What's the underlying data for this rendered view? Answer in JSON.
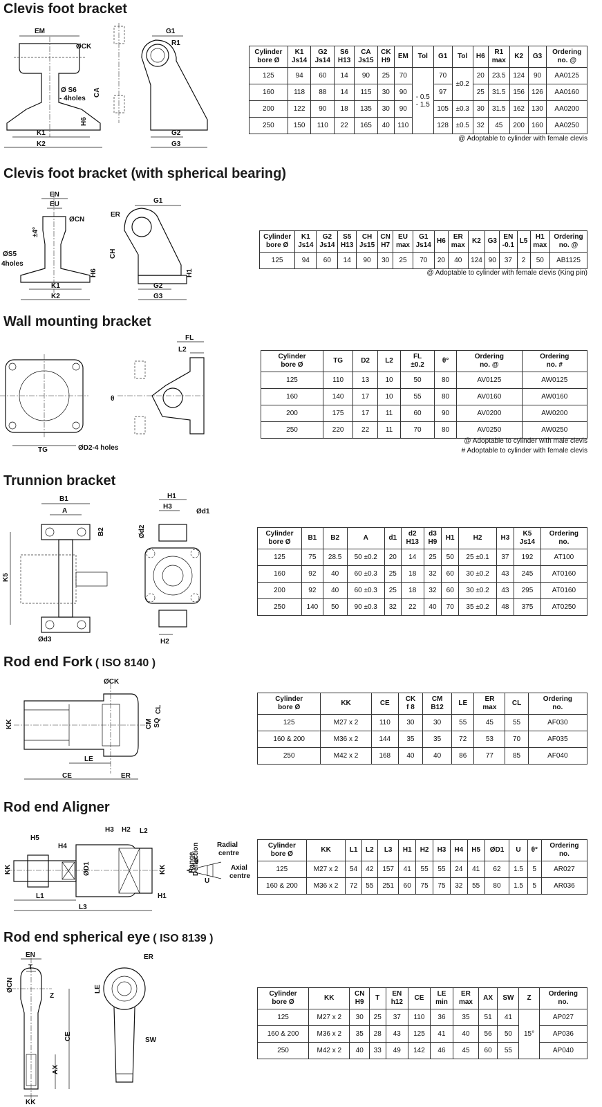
{
  "sections": {
    "clevis_foot": {
      "title": "Clevis foot bracket",
      "drawing_labels": {
        "em": "EM",
        "ck": "ØCK",
        "s6": "Ø S6",
        "holes": "- 4holes",
        "ca": "CA",
        "h6": "H6",
        "k1": "K1",
        "k2": "K2",
        "g1": "G1",
        "r1": "R1",
        "g2": "G2",
        "g3": "G3"
      },
      "header": [
        [
          "Cylinder",
          "bore Ø"
        ],
        [
          "K1",
          "Js14"
        ],
        [
          "G2",
          "Js14"
        ],
        [
          "S6",
          "H13"
        ],
        [
          "CA",
          "Js15"
        ],
        [
          "CK",
          "H9"
        ],
        [
          "EM"
        ],
        [
          "Tol"
        ],
        [
          "G1"
        ],
        [
          "Tol"
        ],
        [
          "H6"
        ],
        [
          "R1",
          "max"
        ],
        [
          "K2"
        ],
        [
          "G3"
        ],
        [
          "Ordering",
          "no. @"
        ]
      ],
      "rows": [
        [
          "125",
          "94",
          "60",
          "14",
          "90",
          "25",
          "70",
          "70",
          "20",
          "23.5",
          "124",
          "90",
          "AA0125"
        ],
        [
          "160",
          "118",
          "88",
          "14",
          "115",
          "30",
          "90",
          "97",
          "25",
          "31.5",
          "156",
          "126",
          "AA0160"
        ],
        [
          "200",
          "122",
          "90",
          "18",
          "135",
          "30",
          "90",
          "105",
          "30",
          "31.5",
          "162",
          "130",
          "AA0200"
        ],
        [
          "250",
          "150",
          "110",
          "22",
          "165",
          "40",
          "110",
          "128",
          "32",
          "45",
          "200",
          "160",
          "AA0250"
        ]
      ],
      "tol_em": [
        "- 0.5",
        "- 1.5"
      ],
      "tol_g1": [
        "±0.2",
        "±0.3",
        "±0.5"
      ],
      "note": "@  Adoptable to cylinder with female clevis"
    },
    "clevis_spherical": {
      "title": "Clevis foot bracket (with spherical bearing)",
      "drawing_labels": {
        "en": "EN",
        "eu": "EU",
        "cn": "ØCN",
        "angle": "±4°",
        "s5": "ØS5",
        "holes": "4holes",
        "k1": "K1",
        "k2": "K2",
        "h6": "H6",
        "er": "ER",
        "g1": "G1",
        "ch": "CH",
        "h1": "H1",
        "g2": "G2",
        "g3": "G3"
      },
      "header": [
        [
          "Cylinder",
          "bore Ø"
        ],
        [
          "K1",
          "Js14"
        ],
        [
          "G2",
          "Js14"
        ],
        [
          "S5",
          "H13"
        ],
        [
          "CH",
          "Js15"
        ],
        [
          "CN",
          "H7"
        ],
        [
          "EU",
          "max"
        ],
        [
          "G1",
          "Js14"
        ],
        [
          "H6"
        ],
        [
          "ER",
          "max"
        ],
        [
          "K2"
        ],
        [
          "G3"
        ],
        [
          "EN",
          "-0.1"
        ],
        [
          "L5"
        ],
        [
          "H1",
          "max"
        ],
        [
          "Ordering",
          "no. @"
        ]
      ],
      "rows": [
        [
          "125",
          "94",
          "60",
          "14",
          "90",
          "30",
          "25",
          "70",
          "20",
          "40",
          "124",
          "90",
          "37",
          "2",
          "50",
          "AB1125"
        ]
      ],
      "note": "@  Adoptable to cylinder with female clevis (King pin)"
    },
    "wall_mount": {
      "title": "Wall mounting bracket",
      "drawing_labels": {
        "tg": "TG",
        "d2": "ØD2-4 holes",
        "theta": "θ",
        "fl": "FL",
        "l2": "L2"
      },
      "header": [
        [
          "Cylinder",
          "bore Ø"
        ],
        [
          "TG"
        ],
        [
          "D2"
        ],
        [
          "L2"
        ],
        [
          "FL",
          "±0.2"
        ],
        [
          "θ°"
        ],
        [
          "Ordering",
          "no. @"
        ],
        [
          "Ordering",
          "no. #"
        ]
      ],
      "rows": [
        [
          "125",
          "110",
          "13",
          "10",
          "50",
          "80",
          "AV0125",
          "AW0125"
        ],
        [
          "160",
          "140",
          "17",
          "10",
          "55",
          "80",
          "AV0160",
          "AW0160"
        ],
        [
          "200",
          "175",
          "17",
          "11",
          "60",
          "90",
          "AV0200",
          "AW0200"
        ],
        [
          "250",
          "220",
          "22",
          "11",
          "70",
          "80",
          "AV0250",
          "AW0250"
        ]
      ],
      "note1": "@  Adoptable to cylinder with male clevis",
      "note2": "#  Adoptable to cylinder with female clevis"
    },
    "trunnion": {
      "title": "Trunnion bracket",
      "drawing_labels": {
        "b1": "B1",
        "a": "A",
        "b2": "B2",
        "k5": "K5",
        "d3": "Ød3",
        "h1": "H1",
        "h3": "H3",
        "d1": "Ød1",
        "d2": "Ød2",
        "h2": "H2"
      },
      "header": [
        [
          "Cylinder",
          "bore Ø"
        ],
        [
          "B1"
        ],
        [
          "B2"
        ],
        [
          "A"
        ],
        [
          "d1"
        ],
        [
          "d2",
          "H13"
        ],
        [
          "d3",
          "H9"
        ],
        [
          "H1"
        ],
        [
          "H2"
        ],
        [
          "H3"
        ],
        [
          "K5",
          "Js14"
        ],
        [
          "Ordering",
          "no."
        ]
      ],
      "rows": [
        [
          "125",
          "75",
          "28.5",
          "50 ±0.2",
          "20",
          "14",
          "25",
          "50",
          "25 ±0.1",
          "37",
          "192",
          "AT100"
        ],
        [
          "160",
          "92",
          "40",
          "60 ±0.3",
          "25",
          "18",
          "32",
          "60",
          "30 ±0.2",
          "43",
          "245",
          "AT0160"
        ],
        [
          "200",
          "92",
          "40",
          "60 ±0.3",
          "25",
          "18",
          "32",
          "60",
          "30 ±0.2",
          "43",
          "295",
          "AT0160"
        ],
        [
          "250",
          "140",
          "50",
          "90 ±0.3",
          "32",
          "22",
          "40",
          "70",
          "35 ±0.2",
          "48",
          "375",
          "AT0250"
        ]
      ]
    },
    "fork": {
      "title": "Rod end Fork",
      "iso": "( ISO 8140 )",
      "drawing_labels": {
        "ck": "ØCK",
        "kk": "KK",
        "cm": "CM",
        "sq": "SQ",
        "cl": "CL",
        "le": "LE",
        "ce": "CE",
        "er": "ER"
      },
      "header": [
        [
          "Cylinder",
          "bore Ø"
        ],
        [
          "KK"
        ],
        [
          "CE"
        ],
        [
          "CK",
          "f 8"
        ],
        [
          "CM",
          "B12"
        ],
        [
          "LE"
        ],
        [
          "ER",
          "max"
        ],
        [
          "CL"
        ],
        [
          "Ordering",
          "no."
        ]
      ],
      "rows": [
        [
          "125",
          "M27 x 2",
          "110",
          "30",
          "30",
          "55",
          "45",
          "55",
          "AF030"
        ],
        [
          "160 & 200",
          "M36 x 2",
          "144",
          "35",
          "35",
          "72",
          "53",
          "70",
          "AF035"
        ],
        [
          "250",
          "M42 x 2",
          "168",
          "40",
          "40",
          "86",
          "77",
          "85",
          "AF040"
        ]
      ]
    },
    "aligner": {
      "title": "Rod end Aligner",
      "drawing_labels": {
        "h5": "H5",
        "h4": "H4",
        "h3": "H3",
        "h2": "H2",
        "l2": "L2",
        "kk": "KK",
        "d1": "ØD1",
        "l1": "L1",
        "l3": "L3",
        "h1": "H1",
        "radial": "Radial",
        "centre1": "centre",
        "axial": "Axial",
        "centre2": "centre",
        "deflection": "Deflection",
        "range": "Range",
        "theta": "θ",
        "u": "U"
      },
      "header": [
        [
          "Cylinder",
          "bore Ø"
        ],
        [
          "KK"
        ],
        [
          "L1"
        ],
        [
          "L2"
        ],
        [
          "L3"
        ],
        [
          "H1"
        ],
        [
          "H2"
        ],
        [
          "H3"
        ],
        [
          "H4"
        ],
        [
          "H5"
        ],
        [
          "ØD1"
        ],
        [
          "U"
        ],
        [
          "θ°"
        ],
        [
          "Ordering",
          "no."
        ]
      ],
      "rows": [
        [
          "125",
          "M27 x 2",
          "54",
          "42",
          "157",
          "41",
          "55",
          "55",
          "24",
          "41",
          "62",
          "1.5",
          "5",
          "AR027"
        ],
        [
          "160 & 200",
          "M36 x 2",
          "72",
          "55",
          "251",
          "60",
          "75",
          "75",
          "32",
          "55",
          "80",
          "1.5",
          "5",
          "AR036"
        ]
      ]
    },
    "spherical_eye": {
      "title": "Rod end spherical eye",
      "iso": "( ISO 8139 )",
      "drawing_labels": {
        "en": "EN",
        "t": "T",
        "cn": "ØCN",
        "z": "Z",
        "ax": "AX",
        "ce": "CE",
        "kk": "KK",
        "er": "ER",
        "le": "LE",
        "sw": "SW"
      },
      "header": [
        [
          "Cylinder",
          "bore Ø"
        ],
        [
          "KK"
        ],
        [
          "CN",
          "H9"
        ],
        [
          "T"
        ],
        [
          "EN",
          "h12"
        ],
        [
          "CE"
        ],
        [
          "LE",
          "min"
        ],
        [
          "ER",
          "max"
        ],
        [
          "AX"
        ],
        [
          "SW"
        ],
        [
          "Z"
        ],
        [
          "Ordering",
          "no."
        ]
      ],
      "rows": [
        [
          "125",
          "M27 x 2",
          "30",
          "25",
          "37",
          "110",
          "36",
          "35",
          "51",
          "41",
          "AP027"
        ],
        [
          "160 & 200",
          "M36 x 2",
          "35",
          "28",
          "43",
          "125",
          "41",
          "40",
          "56",
          "50",
          "AP036"
        ],
        [
          "250",
          "M42 x 2",
          "40",
          "33",
          "49",
          "142",
          "46",
          "45",
          "60",
          "55",
          "AP040"
        ]
      ],
      "z_value": "15°"
    }
  }
}
